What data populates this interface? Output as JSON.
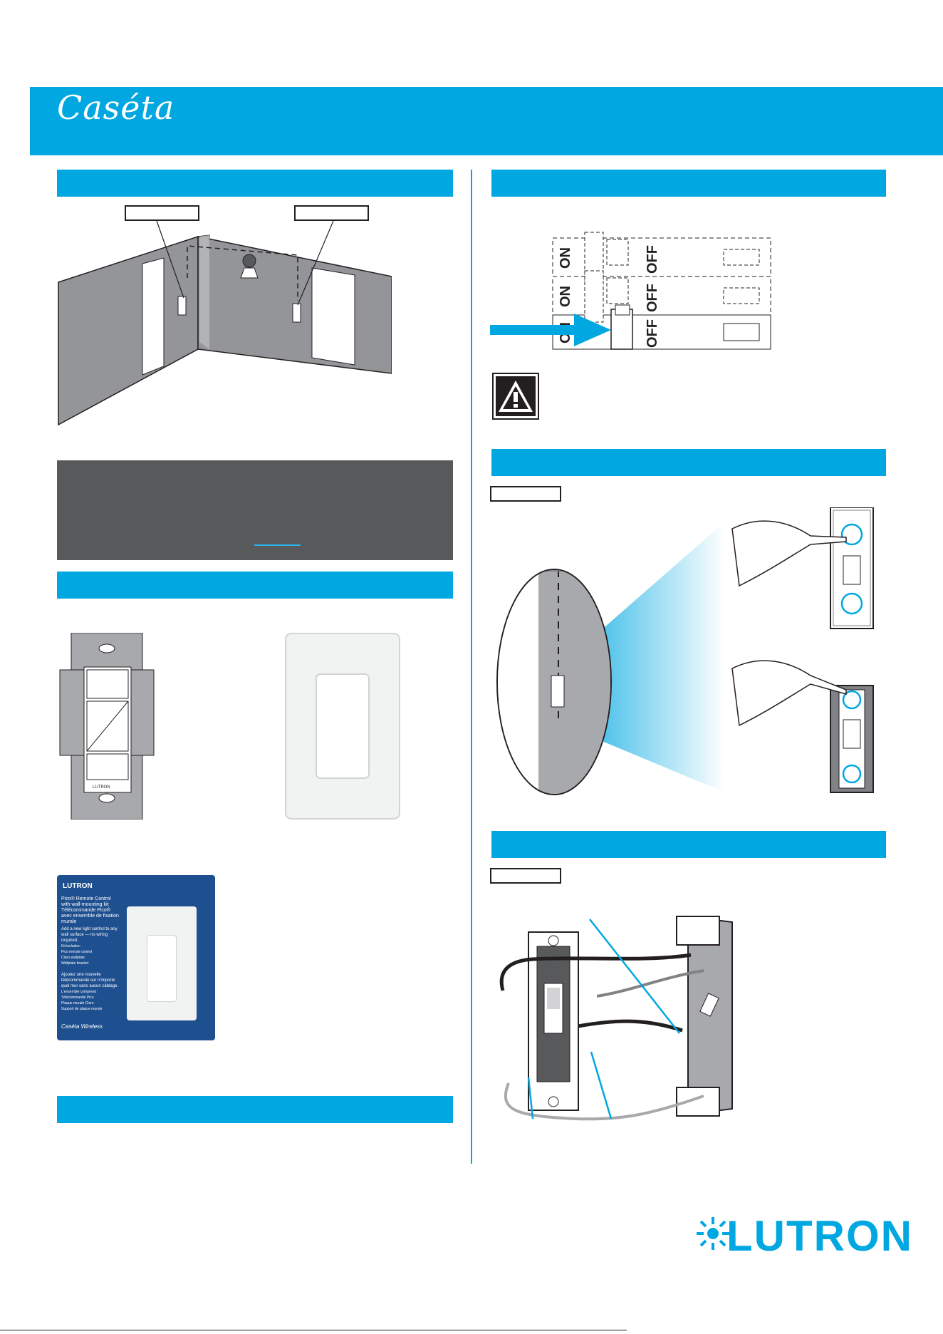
{
  "header": {
    "brand": "Caséta",
    "brand_color": "#00a7e1"
  },
  "footer": {
    "logo_text": "LUTRON"
  },
  "breaker": {
    "on_label": "ON",
    "off_label": "OFF"
  },
  "package": {
    "brand": "LUTRON",
    "title_en": "Pico® Remote Control",
    "subtitle_en": "with wall-mounting kit",
    "title_fr": "Télécommande Pico®",
    "subtitle_fr": "avec ensemble de fixation murale",
    "blurb_en": "Add a new light control to any wall surface — no wiring required.",
    "kit_en_heading": "Kit includes:",
    "kit_en_1": "Pico remote control",
    "kit_en_2": "Claro wallplate",
    "kit_en_3": "Wallplate bracket",
    "blurb_fr": "Ajoutez une nouvelle télécommande sur n'importe quel mur sans aucun câblage.",
    "kit_fr_heading": "L'ensemble comprend :",
    "kit_fr_1": "Télécommande Pico",
    "kit_fr_2": "Plaque murale Claro",
    "kit_fr_3": "Support de plaque murale",
    "footer_brand": "Caséta Wireless"
  },
  "dimmer": {
    "brand": "LUTRON"
  },
  "icons": {
    "warning": "warning-icon",
    "arrow": "arrow-right-icon",
    "bulb": "light-bulb-icon",
    "logo": "lutron-sunburst-icon"
  }
}
